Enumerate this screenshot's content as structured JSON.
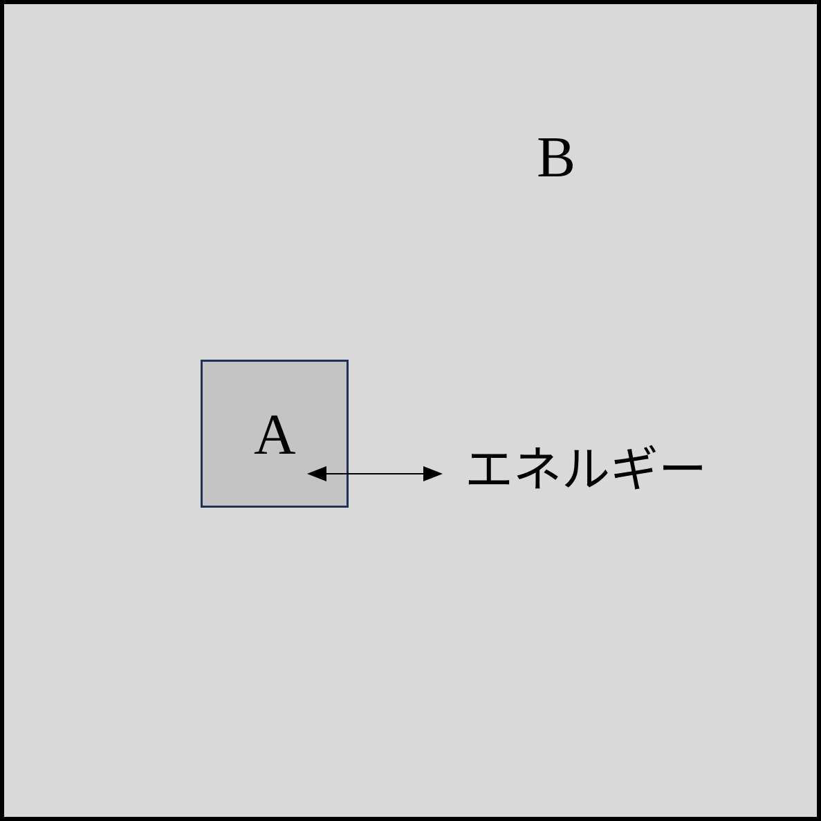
{
  "diagram": {
    "system_b_label": "B",
    "system_a_label": "A",
    "energy_label": "エネルギー"
  },
  "colors": {
    "background": "#d9d9d9",
    "outer_border": "#000000",
    "system_a_fill": "#c4c4c4",
    "system_a_border": "#1f3055",
    "arrow": "#000000",
    "text": "#000000"
  }
}
